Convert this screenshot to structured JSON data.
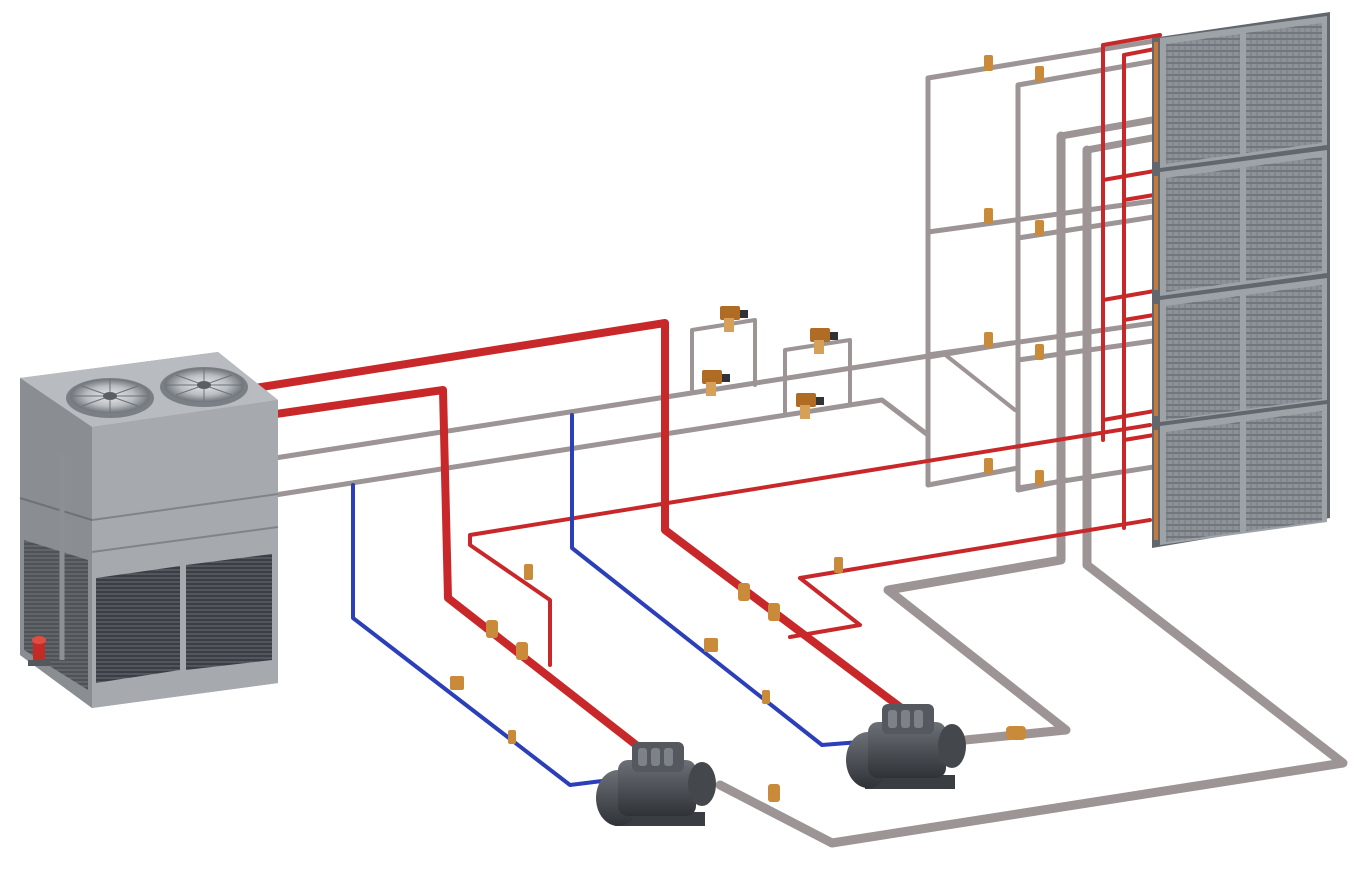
{
  "diagram": {
    "title": "",
    "colors": {
      "background": "#ffffff",
      "hot_gas_line": "#c8282a",
      "suction_line": "#9c9495",
      "liquid_line": "#2a3fb8",
      "valve_brass": "#c98a3a",
      "unit_body": "#a9adb1",
      "evaporator_frame": "#6f7379",
      "compressor_body": "#4d5156"
    },
    "components": [
      {
        "name": "evaporative-condenser",
        "count": 1
      },
      {
        "name": "screw-compressor",
        "count": 2
      },
      {
        "name": "evaporator-coil-bank",
        "count": 4
      },
      {
        "name": "solenoid-valve",
        "count": 4
      }
    ],
    "icons": [
      "fan-icon",
      "pump-icon",
      "valve-icon",
      "compressor-icon"
    ]
  }
}
